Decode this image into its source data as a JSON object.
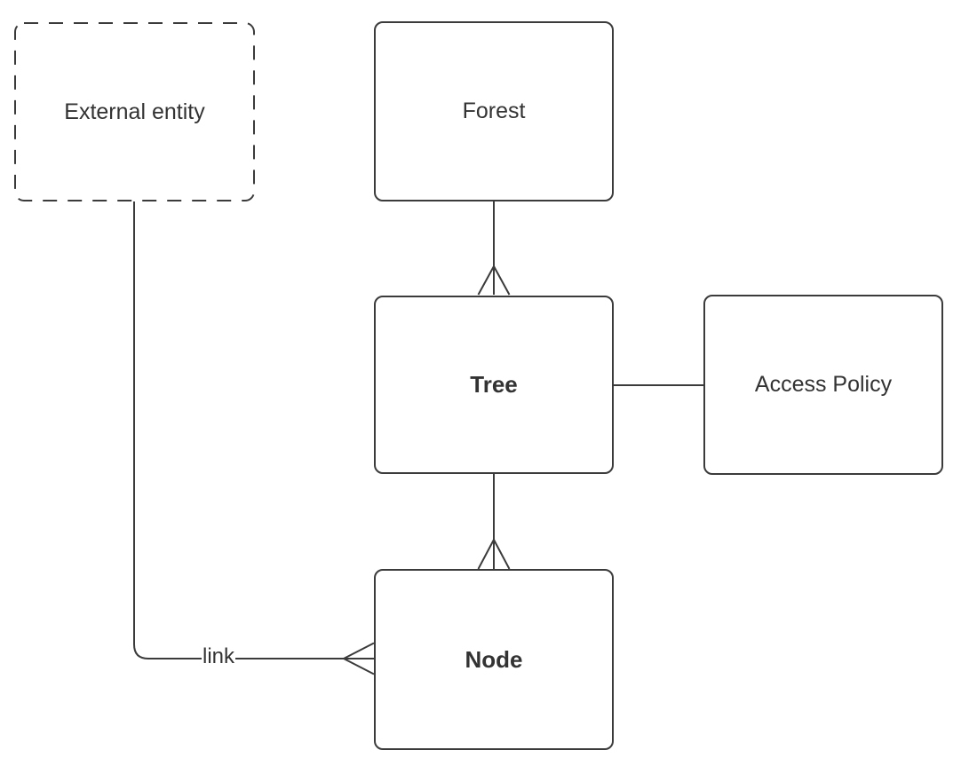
{
  "diagram": {
    "kind": "entity-relationship",
    "colors": {
      "stroke": "#3b3b3b",
      "text": "#333333",
      "background": "#ffffff"
    }
  },
  "entities": [
    {
      "label": "External entity",
      "style": "dashed",
      "bold": false
    },
    {
      "label": "Forest",
      "style": "solid",
      "bold": false
    },
    {
      "label": "Tree",
      "style": "solid",
      "bold": true
    },
    {
      "label": "Access Policy",
      "style": "solid",
      "bold": false
    },
    {
      "label": "Node",
      "style": "solid",
      "bold": true
    }
  ],
  "relationships": [
    {
      "from": "Forest",
      "to": "Tree",
      "label": "",
      "cardinality": "one-to-many",
      "notation": "crow-foot-at-Tree"
    },
    {
      "from": "Tree",
      "to": "Node",
      "label": "",
      "cardinality": "one-to-many",
      "notation": "crow-foot-at-Node"
    },
    {
      "from": "Tree",
      "to": "Access Policy",
      "label": "",
      "cardinality": "one-to-one",
      "notation": "plain-line"
    },
    {
      "from": "External entity",
      "to": "Node",
      "label": "link",
      "cardinality": "one-to-many",
      "notation": "crow-foot-at-Node"
    }
  ]
}
